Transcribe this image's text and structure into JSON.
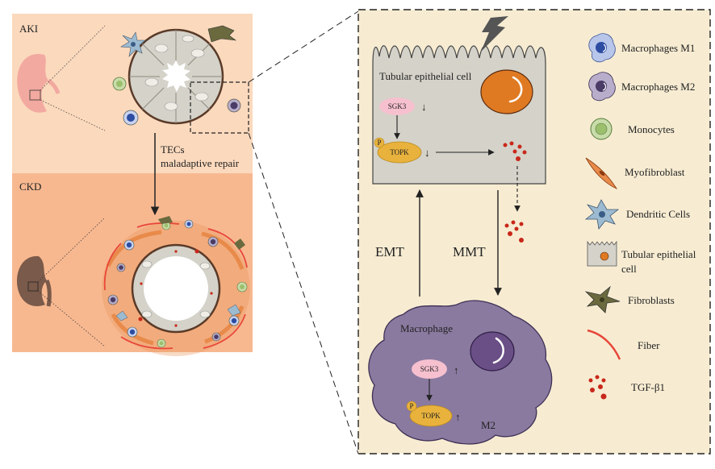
{
  "left_panel": {
    "aki_label": "AKI",
    "ckd_label": "CKD",
    "transition_label_line1": "TECs",
    "transition_label_line2": "maladaptive repair"
  },
  "detail": {
    "cell_title": "Tubular epithelial cell",
    "sgk3_top": "SGK3",
    "topk_top": "TOPK",
    "phospho": "P",
    "emt": "EMT",
    "mmt": "MMT",
    "macrophage_title": "Macrophage",
    "sgk3_bottom": "SGK3",
    "topk_bottom": "TOPK",
    "m2": "M2",
    "down_arrow": "↓",
    "up_arrow": "↑"
  },
  "legend": [
    {
      "label_lines": [
        "Macrophages M1"
      ],
      "icon": "macrophage-m1"
    },
    {
      "label_lines": [
        "Macrophages M2"
      ],
      "icon": "macrophage-m2"
    },
    {
      "label_lines": [
        "Monocytes"
      ],
      "icon": "monocyte"
    },
    {
      "label_lines": [
        "Myofibroblast"
      ],
      "icon": "myofibroblast"
    },
    {
      "label_lines": [
        "Dendritic Cells"
      ],
      "icon": "dendritic-cell"
    },
    {
      "label_lines": [
        "Tubular epithelial",
        "cell"
      ],
      "icon": "tubular-epithelial-cell"
    },
    {
      "label_lines": [
        "Fibroblasts"
      ],
      "icon": "fibroblast"
    },
    {
      "label_lines": [
        "Fiber"
      ],
      "icon": "fiber"
    },
    {
      "label_lines": [
        "TGF-β1"
      ],
      "icon": "tgf-beta1"
    }
  ],
  "colors": {
    "aki_bg": "#fbd9bd",
    "ckd_bg": "#f7b890",
    "epithelial": "#d4d2c9",
    "macrophage": "#8a7aa0",
    "sgk3": "#f6c0cf",
    "topk": "#e8b23d",
    "nucleus_orange": "#e07a22",
    "tgf": "#c8281a",
    "m1": "#5070b8",
    "m2": "#7a6a96",
    "fiber": "#e8463a",
    "myofibroblast": "#e88a4a"
  }
}
